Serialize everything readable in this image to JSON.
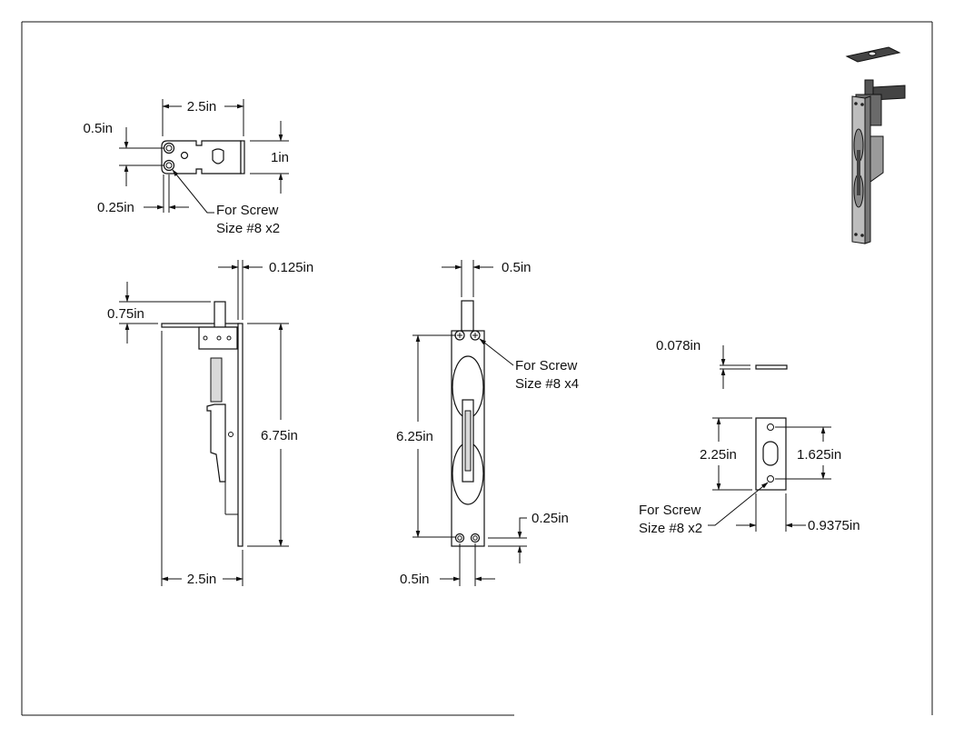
{
  "top_view": {
    "width_label": "2.5in",
    "hole_spacing_label": "0.5in",
    "height_label": "1in",
    "edge_label": "0.25in",
    "screw_note_line1": "For Screw",
    "screw_note_line2": "Size #8 x2"
  },
  "side_view": {
    "thickness_label": "0.125in",
    "top_offset_label": "0.75in",
    "length_label": "6.75in",
    "width_label": "2.5in"
  },
  "front_view": {
    "bolt_width_label": "0.5in",
    "length_label": "6.25in",
    "screw_note_line1": "For Screw",
    "screw_note_line2": "Size #8 x4",
    "edge_label": "0.25in",
    "bottom_width_label": "0.5in"
  },
  "strike_plate": {
    "thickness_label": "0.078in",
    "height_label": "2.25in",
    "hole_spacing_label": "1.625in",
    "width_label": "0.9375in",
    "screw_note_line1": "For Screw",
    "screw_note_line2": "Size #8 x2"
  },
  "colors": {
    "line": "#111111",
    "shade": "#d9d9d9",
    "dark": "#444444"
  }
}
